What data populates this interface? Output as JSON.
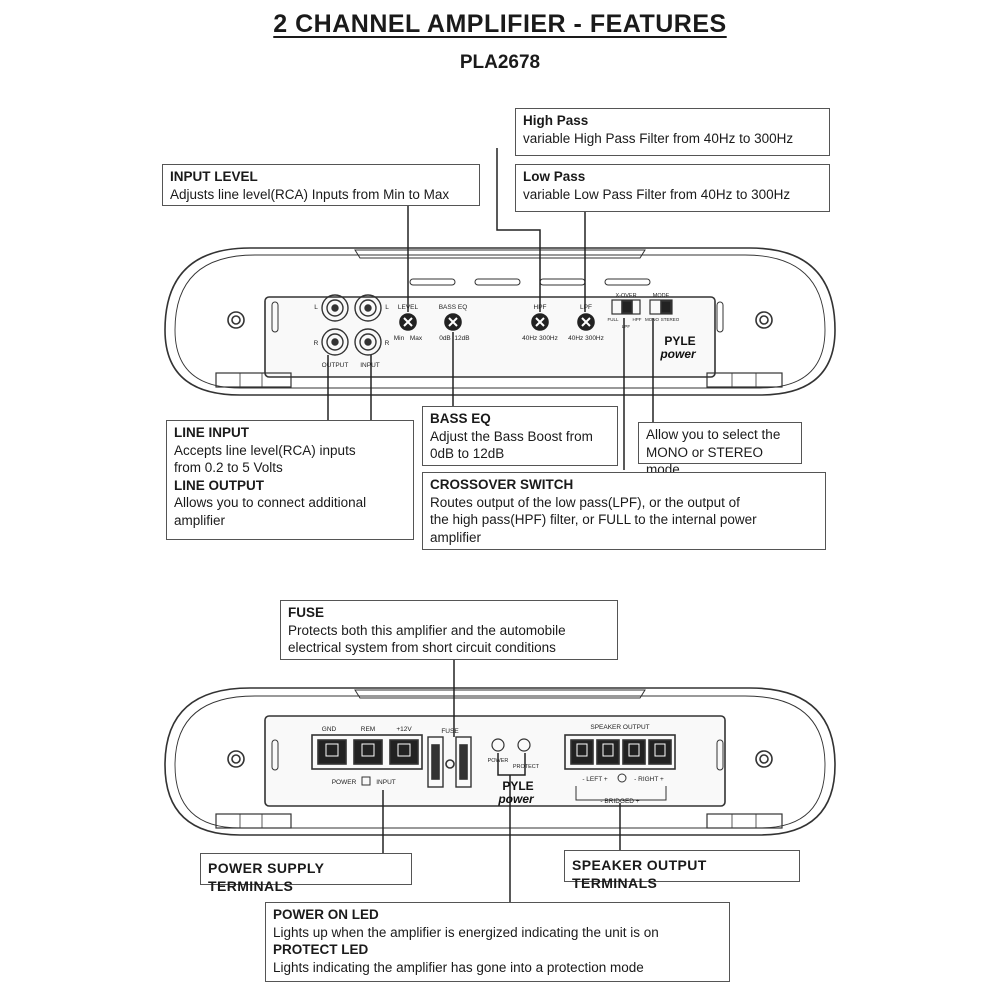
{
  "title": "2 CHANNEL AMPLIFIER - FEATURES",
  "model": "PLA2678",
  "callouts": {
    "high_pass": {
      "heading": "High Pass",
      "text": "variable High Pass Filter from 40Hz to 300Hz"
    },
    "low_pass": {
      "heading": "Low Pass",
      "text": "variable Low Pass Filter from 40Hz to 300Hz"
    },
    "input_level": {
      "heading": "INPUT LEVEL",
      "text": "Adjusts line level(RCA) Inputs from Min to Max"
    },
    "bass_eq": {
      "heading": "BASS EQ",
      "line1": "Adjust the Bass Boost from",
      "line2": "0dB to 12dB"
    },
    "mode": {
      "line1": "Allow you to select the",
      "line2": "MONO or STEREO mode"
    },
    "line_io": {
      "heading1": "LINE INPUT",
      "line1": "Accepts line level(RCA) inputs",
      "line2": "from 0.2 to 5 Volts",
      "heading2": "LINE OUTPUT",
      "line3": "Allows you to connect additional",
      "line4": "amplifier"
    },
    "crossover": {
      "heading": "CROSSOVER SWITCH",
      "line1": "Routes output of the  low pass(LPF), or the output of",
      "line2": "the high pass(HPF) filter, or FULL to the internal power",
      "line3": "amplifier"
    },
    "fuse": {
      "heading": "FUSE",
      "line1": "Protects both this amplifier and the automobile",
      "line2": "electrical system from short circuit conditions"
    },
    "power_supply": {
      "text": "POWER SUPPLY TERMINALS"
    },
    "speaker_output": {
      "text": "SPEAKER OUTPUT TERMINALS"
    },
    "leds": {
      "heading1": "POWER ON LED",
      "line1": "Lights up when the amplifier is energized indicating the unit is on",
      "heading2": "PROTECT LED",
      "line2": "Lights indicating the amplifier has gone into a protection mode"
    }
  },
  "front_panel": {
    "jack_l": "L",
    "jack_r": "R",
    "jack_l2": "L",
    "jack_r2": "R",
    "output": "OUTPUT",
    "input": "INPUT",
    "level": "LEVEL",
    "level_min": "Min",
    "level_max": "Max",
    "bass_eq": "BASS EQ",
    "bass_min": "0dB",
    "bass_max": "12dB",
    "hpf": "HPF",
    "hpf_range": "40Hz 300Hz",
    "lpf": "LPF",
    "lpf_range": "40Hz 300Hz",
    "xover": "X-OVER",
    "xover_full": "FULL",
    "xover_hpf": "HPF",
    "xover_lpf": "LPF",
    "mode": "MODE",
    "mode_mono": "MONO",
    "mode_stereo": "STEREO",
    "brand1": "PYLE",
    "brand2": "power"
  },
  "rear_panel": {
    "gnd": "GND",
    "rem": "REM",
    "v12": "+12V",
    "power_input": "POWER",
    "input": "INPUT",
    "fuse": "FUSE",
    "led_power": "POWER",
    "led_protect": "PROTECT",
    "speaker_output": "SPEAKER OUTPUT",
    "left": "- LEFT +",
    "right": "- RIGHT +",
    "bridged": "- BRIDGED +",
    "brand1": "PYLE",
    "brand2": "power"
  },
  "colors": {
    "line": "#333333",
    "box_border": "#555555",
    "panel": "#f7f7f7"
  }
}
